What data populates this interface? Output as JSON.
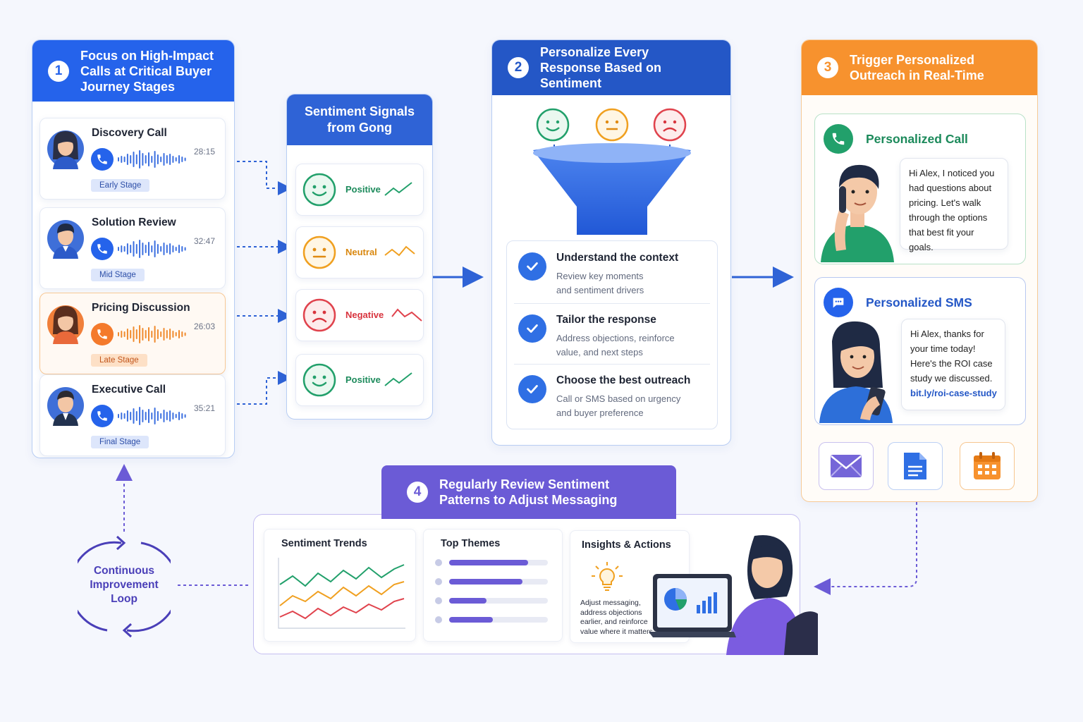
{
  "step1": {
    "number": "1",
    "title": "Focus on High-Impact Calls at Critical Buyer Journey Stages",
    "calls": [
      {
        "title": "Discovery Call",
        "duration": "28:15",
        "stage": "Early Stage"
      },
      {
        "title": "Solution Review",
        "duration": "32:47",
        "stage": "Mid Stage"
      },
      {
        "title": "Pricing Discussion",
        "duration": "26:03",
        "stage": "Late Stage"
      },
      {
        "title": "Executive Call",
        "duration": "35:21",
        "stage": "Final Stage"
      }
    ]
  },
  "signals": {
    "title": "Sentiment Signals from Gong",
    "items": [
      {
        "label": "Positive",
        "icon": "happy-face-icon"
      },
      {
        "label": "Neutral",
        "icon": "neutral-face-icon"
      },
      {
        "label": "Negative",
        "icon": "sad-face-icon"
      },
      {
        "label": "Positive",
        "icon": "happy-face-icon"
      }
    ]
  },
  "step2": {
    "number": "2",
    "title": "Personalize Every Response Based on Sentiment",
    "steps": [
      {
        "title": "Understand the context",
        "desc": "Review key moments and sentiment drivers"
      },
      {
        "title": "Tailor the response",
        "desc": "Address objections, reinforce value, and next steps"
      },
      {
        "title": "Choose the best outreach",
        "desc": "Call or SMS based on urgency and buyer preference"
      }
    ]
  },
  "step3": {
    "number": "3",
    "title": "Trigger Personalized Outreach in Real-Time",
    "call": {
      "title": "Personalized Call",
      "message": "Hi Alex, I noticed you had questions about pricing. Let's walk through the options that best fit your goals."
    },
    "sms": {
      "title": "Personalized SMS",
      "message": "Hi Alex, thanks for your time today! Here's the ROI case study we discussed.",
      "link": "bit.ly/roi-case-study"
    },
    "channel_icons": [
      "envelope-icon",
      "document-icon",
      "calendar-icon"
    ]
  },
  "step4": {
    "number": "4",
    "title": "Regularly Review Sentiment Patterns to Adjust Messaging",
    "cards": {
      "trends": "Sentiment Trends",
      "themes": "Top Themes",
      "insights": "Insights & Actions",
      "insights_text": "Adjust messaging, address objections earlier, and reinforce value where it matters."
    },
    "theme_levels": [
      0.8,
      0.74,
      0.38,
      0.44
    ]
  },
  "loop": {
    "label": "Continuous Improvement Loop"
  },
  "colors": {
    "blue": "#2563eb",
    "orange": "#f7922e",
    "purple": "#6b5bd6",
    "positive": "#22a06b",
    "neutral": "#f0a020",
    "negative": "#e0434d"
  }
}
